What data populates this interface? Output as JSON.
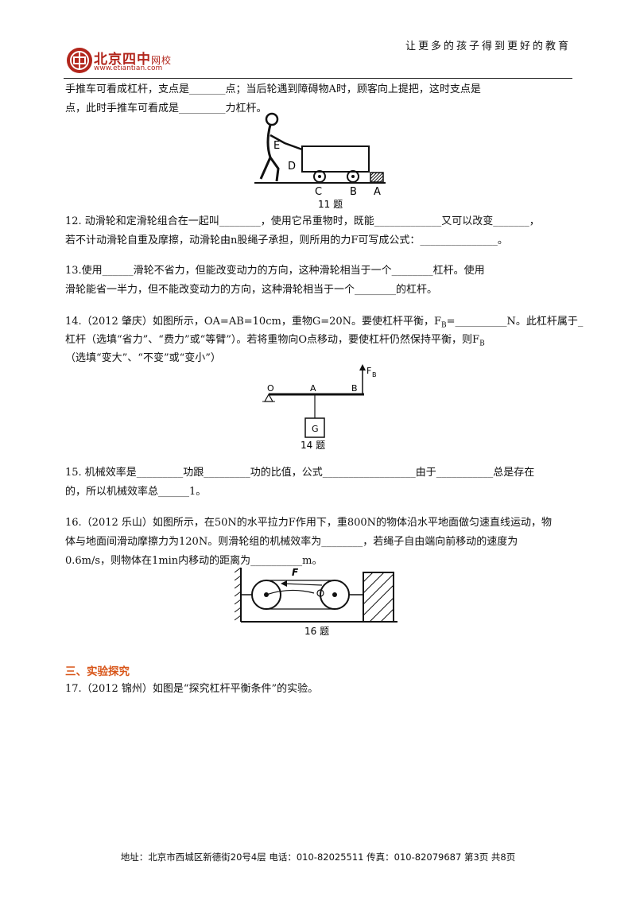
{
  "header": {
    "logo_name": "北京四中",
    "logo_suffix": "网校",
    "logo_url": "www.etiantian.com",
    "slogan": "让更多的孩子得到更好的教育"
  },
  "lines": {
    "l1": "手推车可看成杠杆，支点是_______点；当后轮遇到障碍物A时，顾客向上提把，这时支点是",
    "l2": "点，此时手推车可看成是_________力杠杆。",
    "q12a": "12.  动滑轮和定滑轮组合在一起叫________，使用它吊重物时，既能_____________又可以改变_______，",
    "q12b": "若不计动滑轮自重及摩擦，动滑轮由n股绳子承担，则所用的力F可写成公式：_______________。",
    "q13a": "13.使用______滑轮不省力，但能改变动力的方向，这种滑轮相当于一个________杠杆。使用",
    "q13b": "滑轮能省一半力，但不能改变动力的方向，这种滑轮相当于一个________的杠杆。",
    "q14a": "14.（2012 肇庆）如图所示，OA=AB=10cm，重物G=20N。要使杠杆平衡，F",
    "q14a_sub": "B",
    "q14a_tail": "=__________N。此杠杆属于_",
    "q14b": "杠杆（选填“省力”、“费力”或“等臂”）。若将重物向O点移动，要使杠杆仍然保持平衡，则F",
    "q14b_sub": "B",
    "q14c": "（选填“变大”、“不变”或“变小”）",
    "q15a": "15.  机械效率是_________功跟_________功的比值，公式__________________由于___________总是存在",
    "q15b": "的，所以机械效率总______1。",
    "q16a": "16.（2012 乐山）如图所示，在50N的水平拉力F作用下，重800N的物体沿水平地面做匀速直线运动，物",
    "q16b": "体与地面间滑动摩擦力为120N。则滑轮组的机械效率为________，若绳子自由端向前移动的速度为",
    "q16c": "0.6m/s，则物体在1min内移动的距离为__________m。",
    "section3": "三、实验探究",
    "q17": "17.（2012 锦州）如图是“探究杠杆平衡条件”的实验。"
  },
  "figures": {
    "fig11": {
      "labels": [
        "E",
        "D",
        "C",
        "B",
        "A"
      ],
      "caption": "11 题"
    },
    "fig14": {
      "labels": [
        "O",
        "A",
        "B",
        "F",
        "B",
        "G"
      ],
      "caption": "14 题"
    },
    "fig16": {
      "labels": [
        "F"
      ],
      "caption": "16 题"
    }
  },
  "footer": {
    "text": "地址：北京市西城区新德街20号4层  电话：010-82025511  传真：010-82079687   第3页  共8页"
  },
  "colors": {
    "brand": "#b2261c",
    "section": "#d8561a"
  }
}
